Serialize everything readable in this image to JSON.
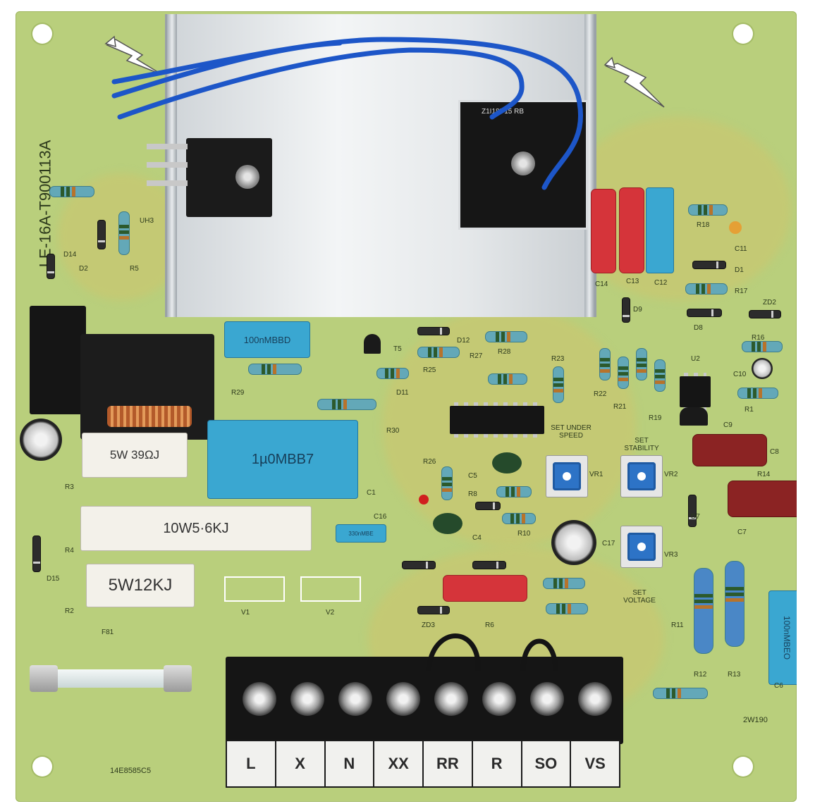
{
  "photo": {
    "subject": "",
    "colors": {
      "board": "#b9cf7c",
      "blue_wire": "#1d56c8",
      "heatsink": "#e5e8ea",
      "capacitor_red": "#d5343a",
      "capacitor_blue": "#3aa7d1"
    }
  },
  "board": {
    "vertical_code": "LE-16A-T900113A",
    "bottom_code": "14E8585C5",
    "corner_code": "2W190"
  },
  "components": {
    "cap_c15": "100nMBBD",
    "cap_c1": "1µ0MBB7",
    "cap_c6": "100nMBEO",
    "cap_c16": "330nMBE",
    "res_r3": "5W 39ΩJ",
    "res_r4": "10W5·6KJ",
    "res_r2": "5W12KJ",
    "bridge_marking": "Z1I18P15 RB",
    "reference_designators": [
      "R18",
      "C11",
      "D1",
      "R17",
      "ZD2",
      "D8",
      "C14",
      "C13",
      "C12",
      "D9",
      "D12",
      "R27",
      "R28",
      "R23",
      "R29",
      "R16",
      "C10",
      "R22",
      "R21",
      "U2",
      "R1",
      "R19",
      "D11",
      "R25",
      "R30",
      "T5",
      "C9",
      "C8",
      "R14",
      "C7",
      "D7",
      "R26",
      "C5",
      "R8",
      "R10",
      "C4",
      "C17",
      "R11",
      "R12",
      "R13",
      "C6",
      "D2",
      "D14",
      "R5",
      "UH3",
      "D15",
      "R3",
      "R4",
      "R2",
      "F81",
      "C1",
      "C16",
      "V1",
      "V2",
      "ZD3",
      "R6",
      "VR1",
      "VR2",
      "VR3"
    ],
    "setting_labels": {
      "vr1": "SET UNDER SPEED",
      "vr2": "SET STABILITY",
      "vr3": "SET VOLTAGE"
    },
    "pad_labels": [
      "V1",
      "V2"
    ]
  },
  "terminals": [
    "L",
    "X",
    "N",
    "XX",
    "RR",
    "R",
    "SO",
    "VS"
  ]
}
